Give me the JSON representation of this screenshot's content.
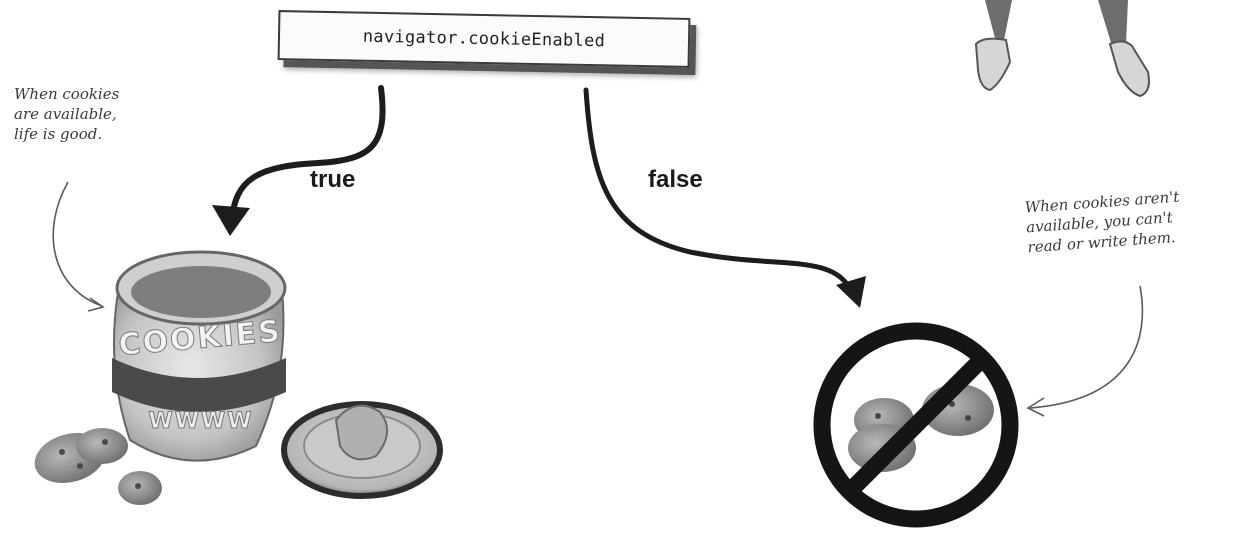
{
  "condition": {
    "code": "navigator.cookieEnabled"
  },
  "branches": {
    "true_label": "true",
    "false_label": "false"
  },
  "notes": {
    "available": [
      "When cookies",
      "are available,",
      "life is good."
    ],
    "unavailable": [
      "When cookies aren't",
      "available, you can't",
      "read or write them."
    ]
  },
  "colors": {
    "ink": "#222222",
    "jar_body": "#d2d2d2",
    "jar_band": "#4a4a4a",
    "no_sign": "#151515",
    "cookie": "#8e8e8e"
  },
  "icons": [
    "cookie-jar-icon",
    "jar-lid-icon",
    "cookies-icon",
    "no-cookies-sign-icon",
    "person-legs-icon"
  ]
}
